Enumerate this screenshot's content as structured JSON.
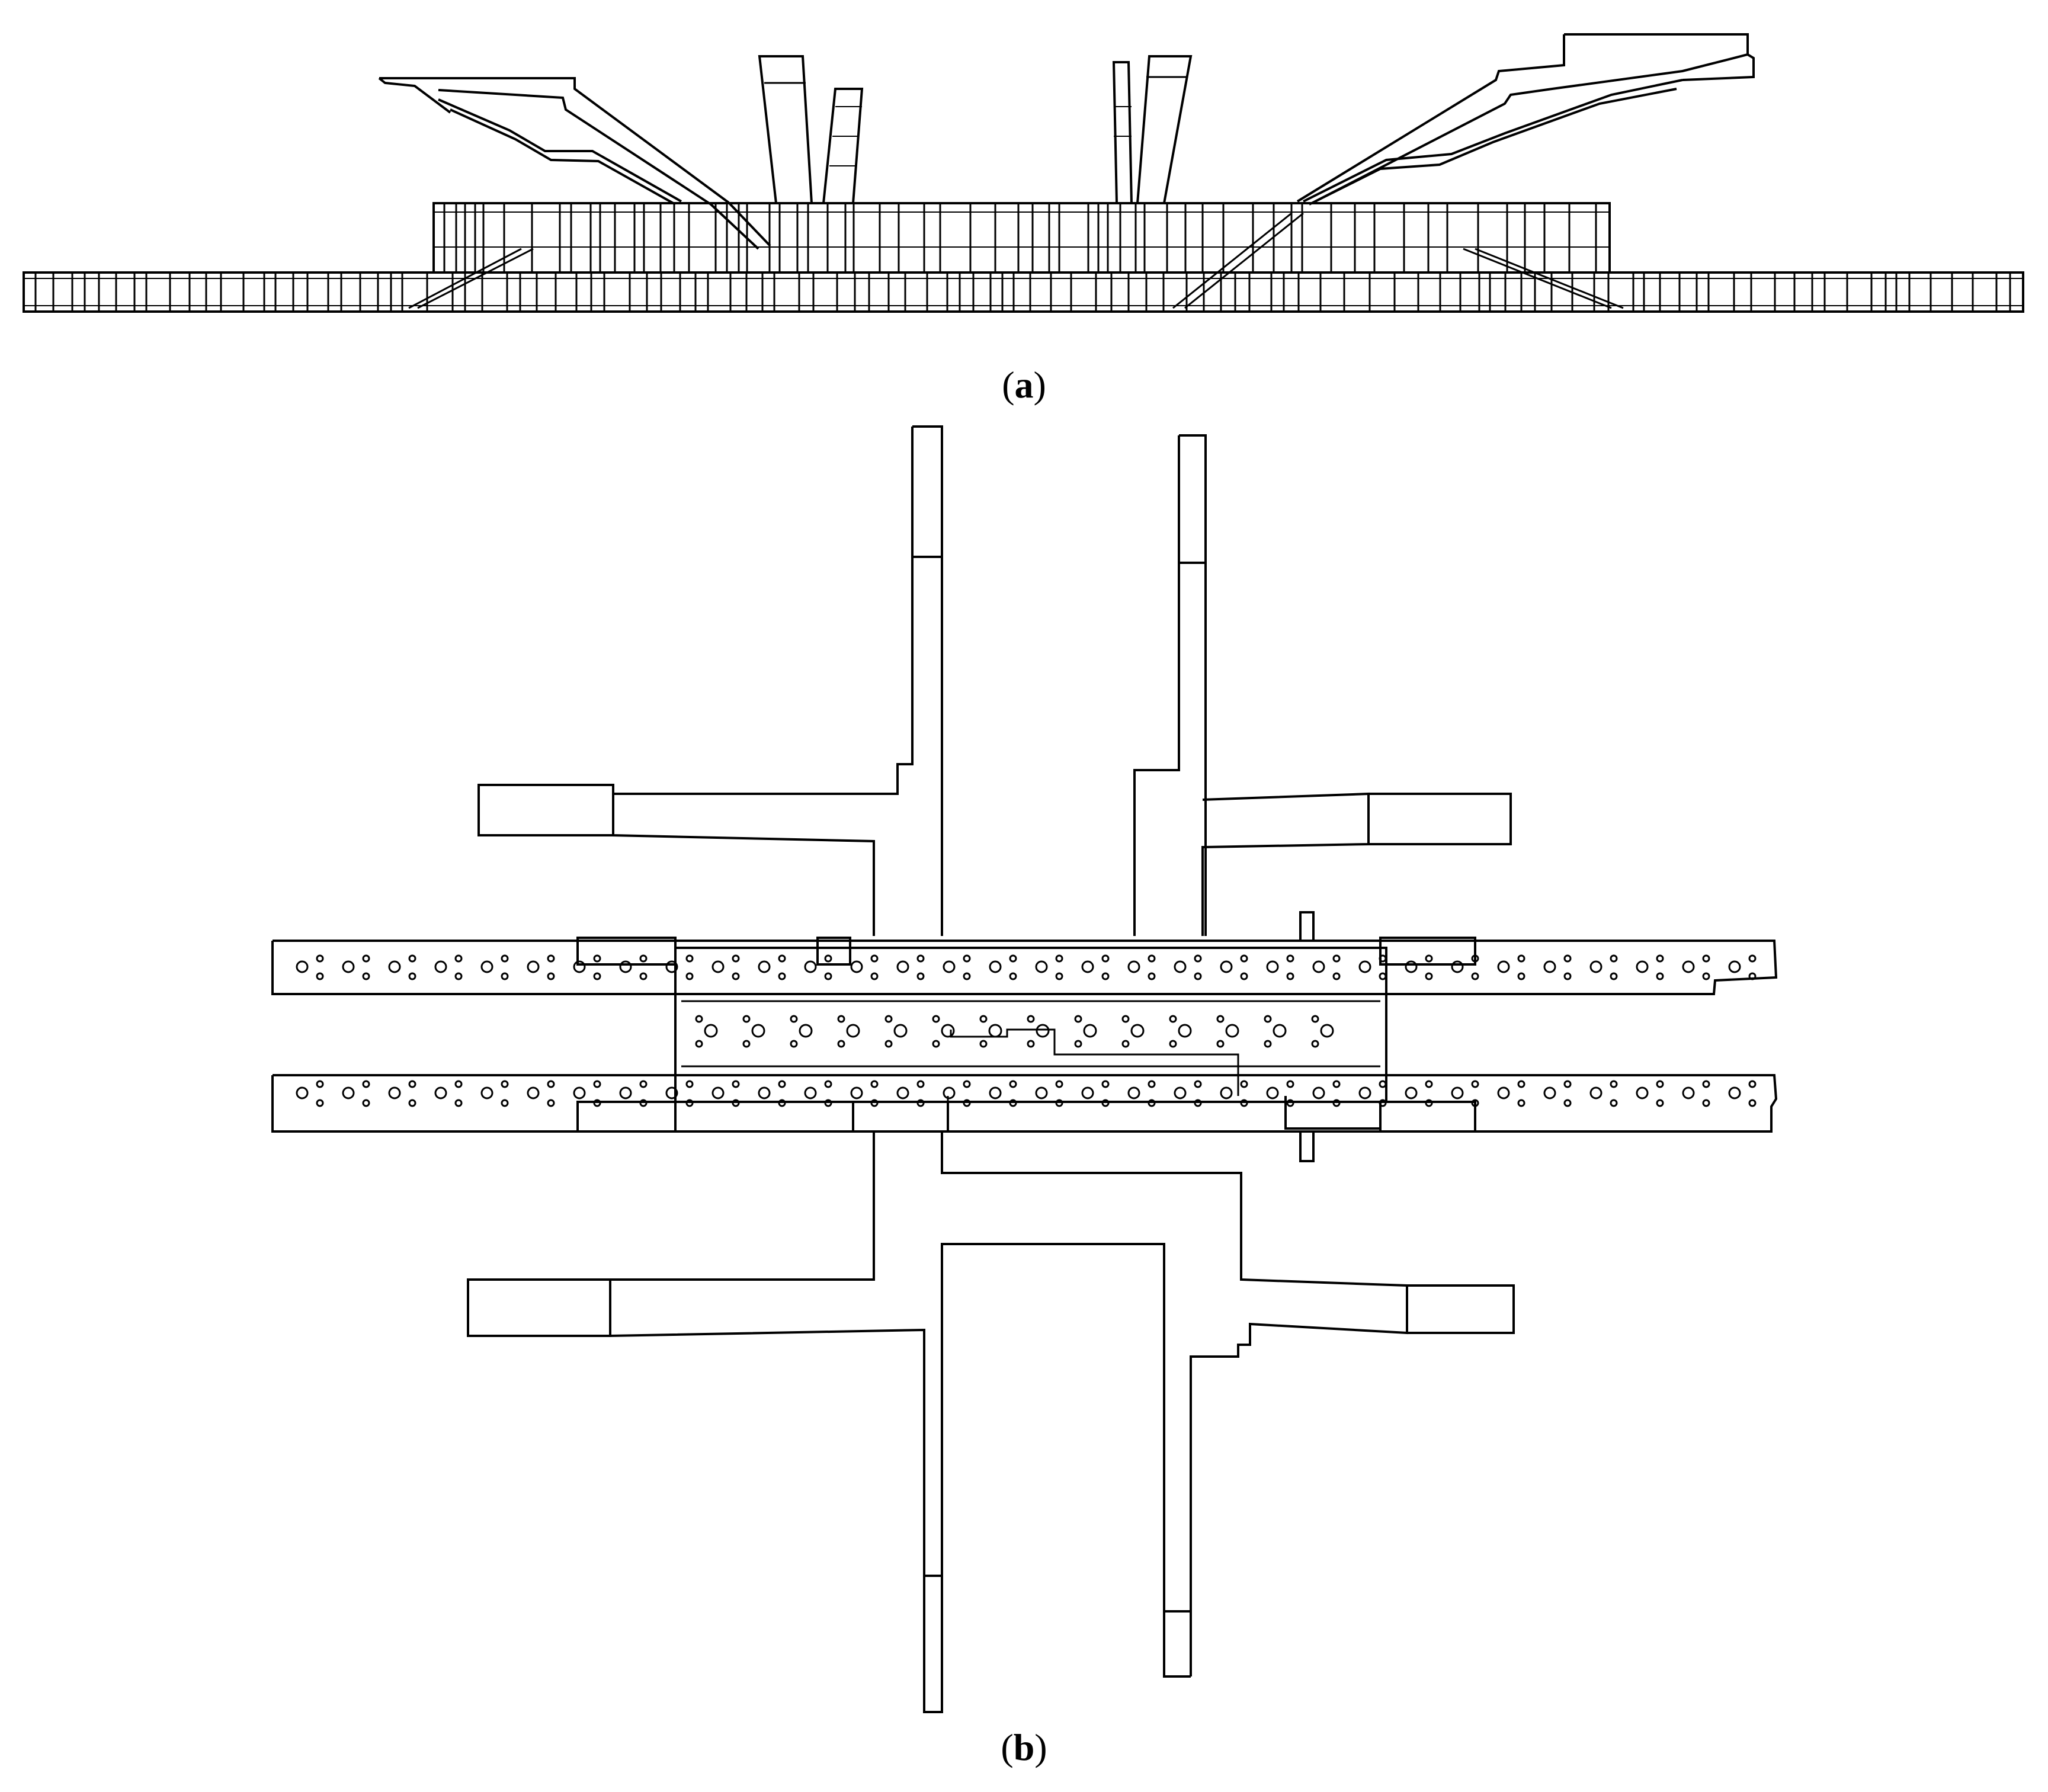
{
  "figure": {
    "panels": [
      {
        "id": "a",
        "caption_open": "(",
        "caption_letter": "a",
        "caption_close": ")"
      },
      {
        "id": "b",
        "caption_open": "(",
        "caption_letter": "b",
        "caption_close": ")"
      }
    ],
    "line_color": "#000000",
    "background": "#ffffff"
  }
}
